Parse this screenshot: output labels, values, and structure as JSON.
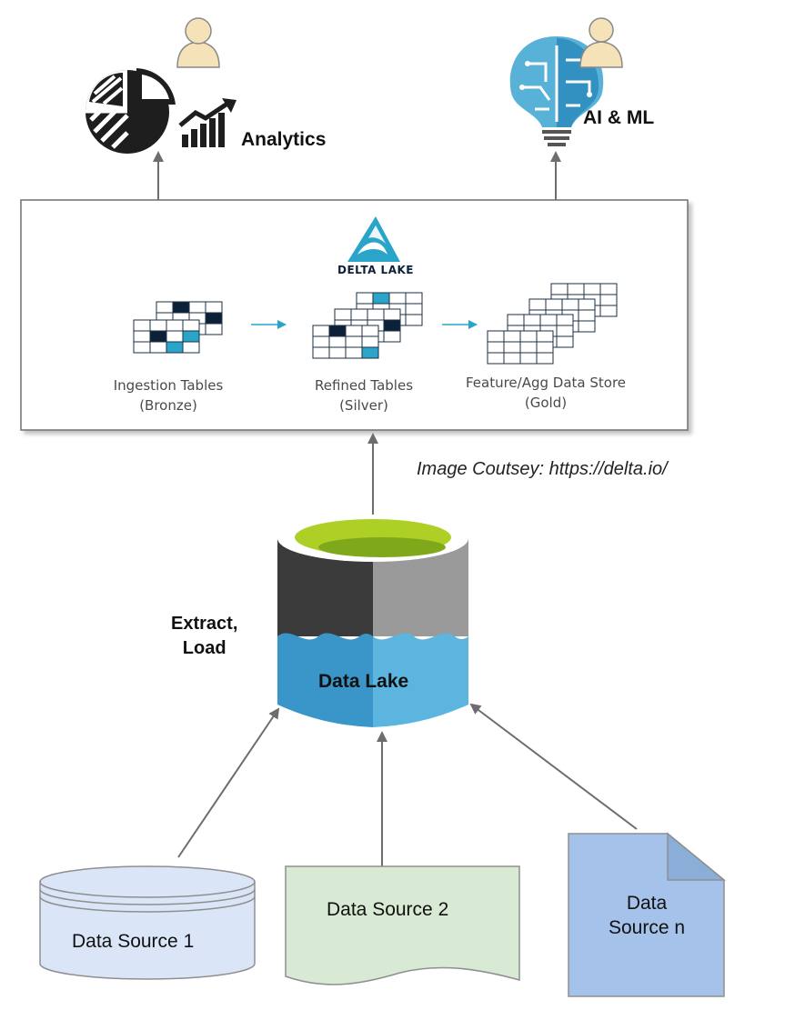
{
  "top": {
    "analytics_label": "Analytics",
    "aiml_label": "AI & ML"
  },
  "delta_panel": {
    "logo_text": "DELTA LAKE",
    "stages": [
      {
        "name": "Ingestion Tables",
        "tier": "(Bronze)"
      },
      {
        "name": "Refined Tables",
        "tier": "(Silver)"
      },
      {
        "name": "Feature/Agg Data Store",
        "tier": "(Gold)"
      }
    ]
  },
  "credit": "Image Coutsey: https://delta.io/",
  "lake": {
    "label": "Data Lake",
    "etl_line1": "Extract,",
    "etl_line2": "Load"
  },
  "sources": {
    "source1": "Data Source 1",
    "source2": "Data Source 2",
    "sourceN_line1": "Data",
    "sourceN_line2": "Source n"
  },
  "colors": {
    "arrow": "#6d6d6d",
    "lake_dark": "#3b3b3b",
    "lake_gray": "#9a9a9a",
    "lake_blue_dark": "#3a96c9",
    "lake_blue_light": "#5bb5df",
    "lake_top": "#aecf26",
    "source1_fill": "#dae6f7",
    "source2_fill": "#d8ead3",
    "sourceN_fill": "#a4c2ea",
    "delta_accent": "#2aa5c9",
    "delta_dark": "#0c2137"
  },
  "icons": [
    "user-icon",
    "pie-chart-icon",
    "bar-growth-icon",
    "brain-bulb-icon",
    "delta-logo-icon"
  ]
}
